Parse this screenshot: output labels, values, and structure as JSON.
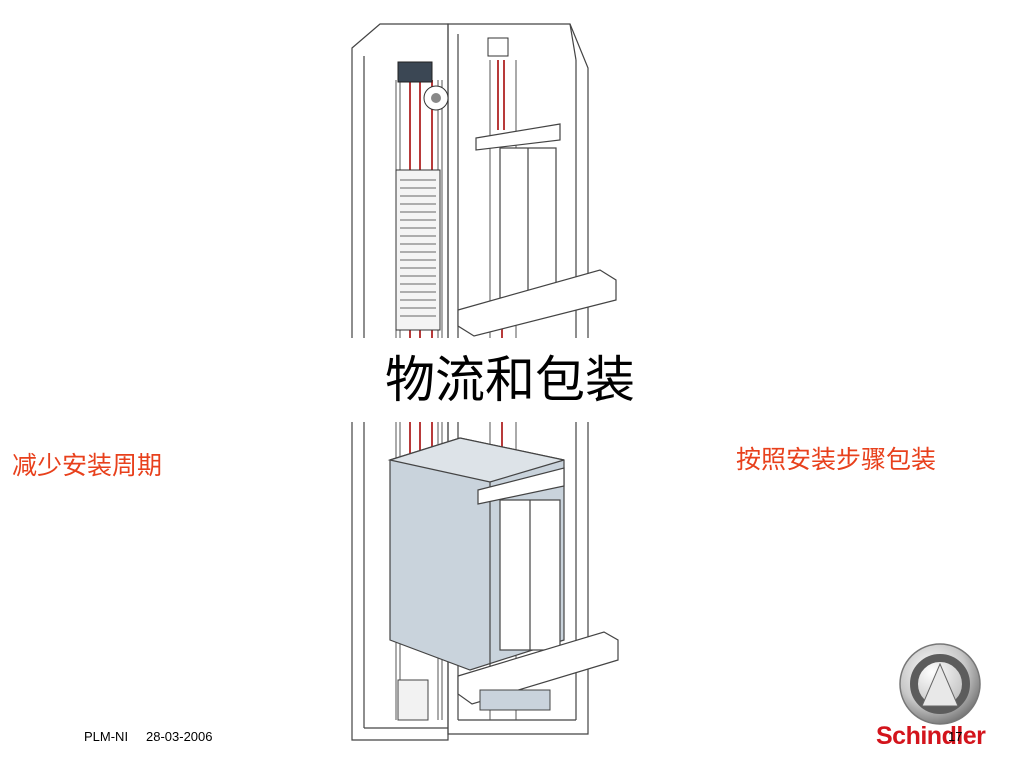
{
  "slide": {
    "title": "物流和包装",
    "left_note": "减少安装周期",
    "right_note": "按照安装步骤包装"
  },
  "footer": {
    "code": "PLM-NI",
    "date": "28-03-2006",
    "page_number": "17"
  },
  "logo": {
    "brand_name": "Schindler"
  },
  "colors": {
    "accent_text": "#e8401c",
    "brand_red": "#d3141c",
    "cabin_blue": "#c9d3dc",
    "rope_red": "#b83a3a"
  }
}
